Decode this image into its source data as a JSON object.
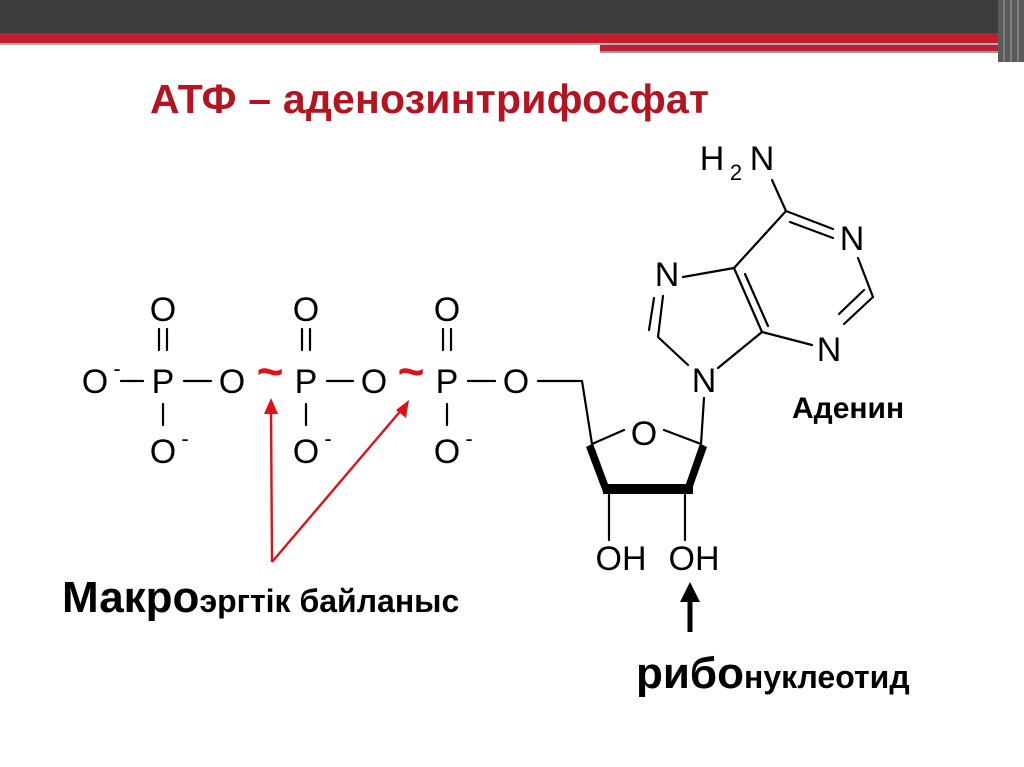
{
  "slide": {
    "title": "АТФ – аденозинтрифосфат",
    "title_color": "#b5131f",
    "accent_color": "#c21f2e",
    "header_color": "#3c3c3c"
  },
  "labels": {
    "adenine": "Аденин",
    "macro_big": "Макро",
    "macro_small": "эргтік байланыс",
    "ribo_big": "рибо",
    "ribo_small": "нуклеотид"
  },
  "structure": {
    "atoms": {
      "O": "O",
      "P": "P",
      "O_minus": "O",
      "minus": "-",
      "N": "N",
      "H2N_H": "H",
      "H2N_2": "2",
      "OH": "OH",
      "tilde": "~"
    }
  }
}
